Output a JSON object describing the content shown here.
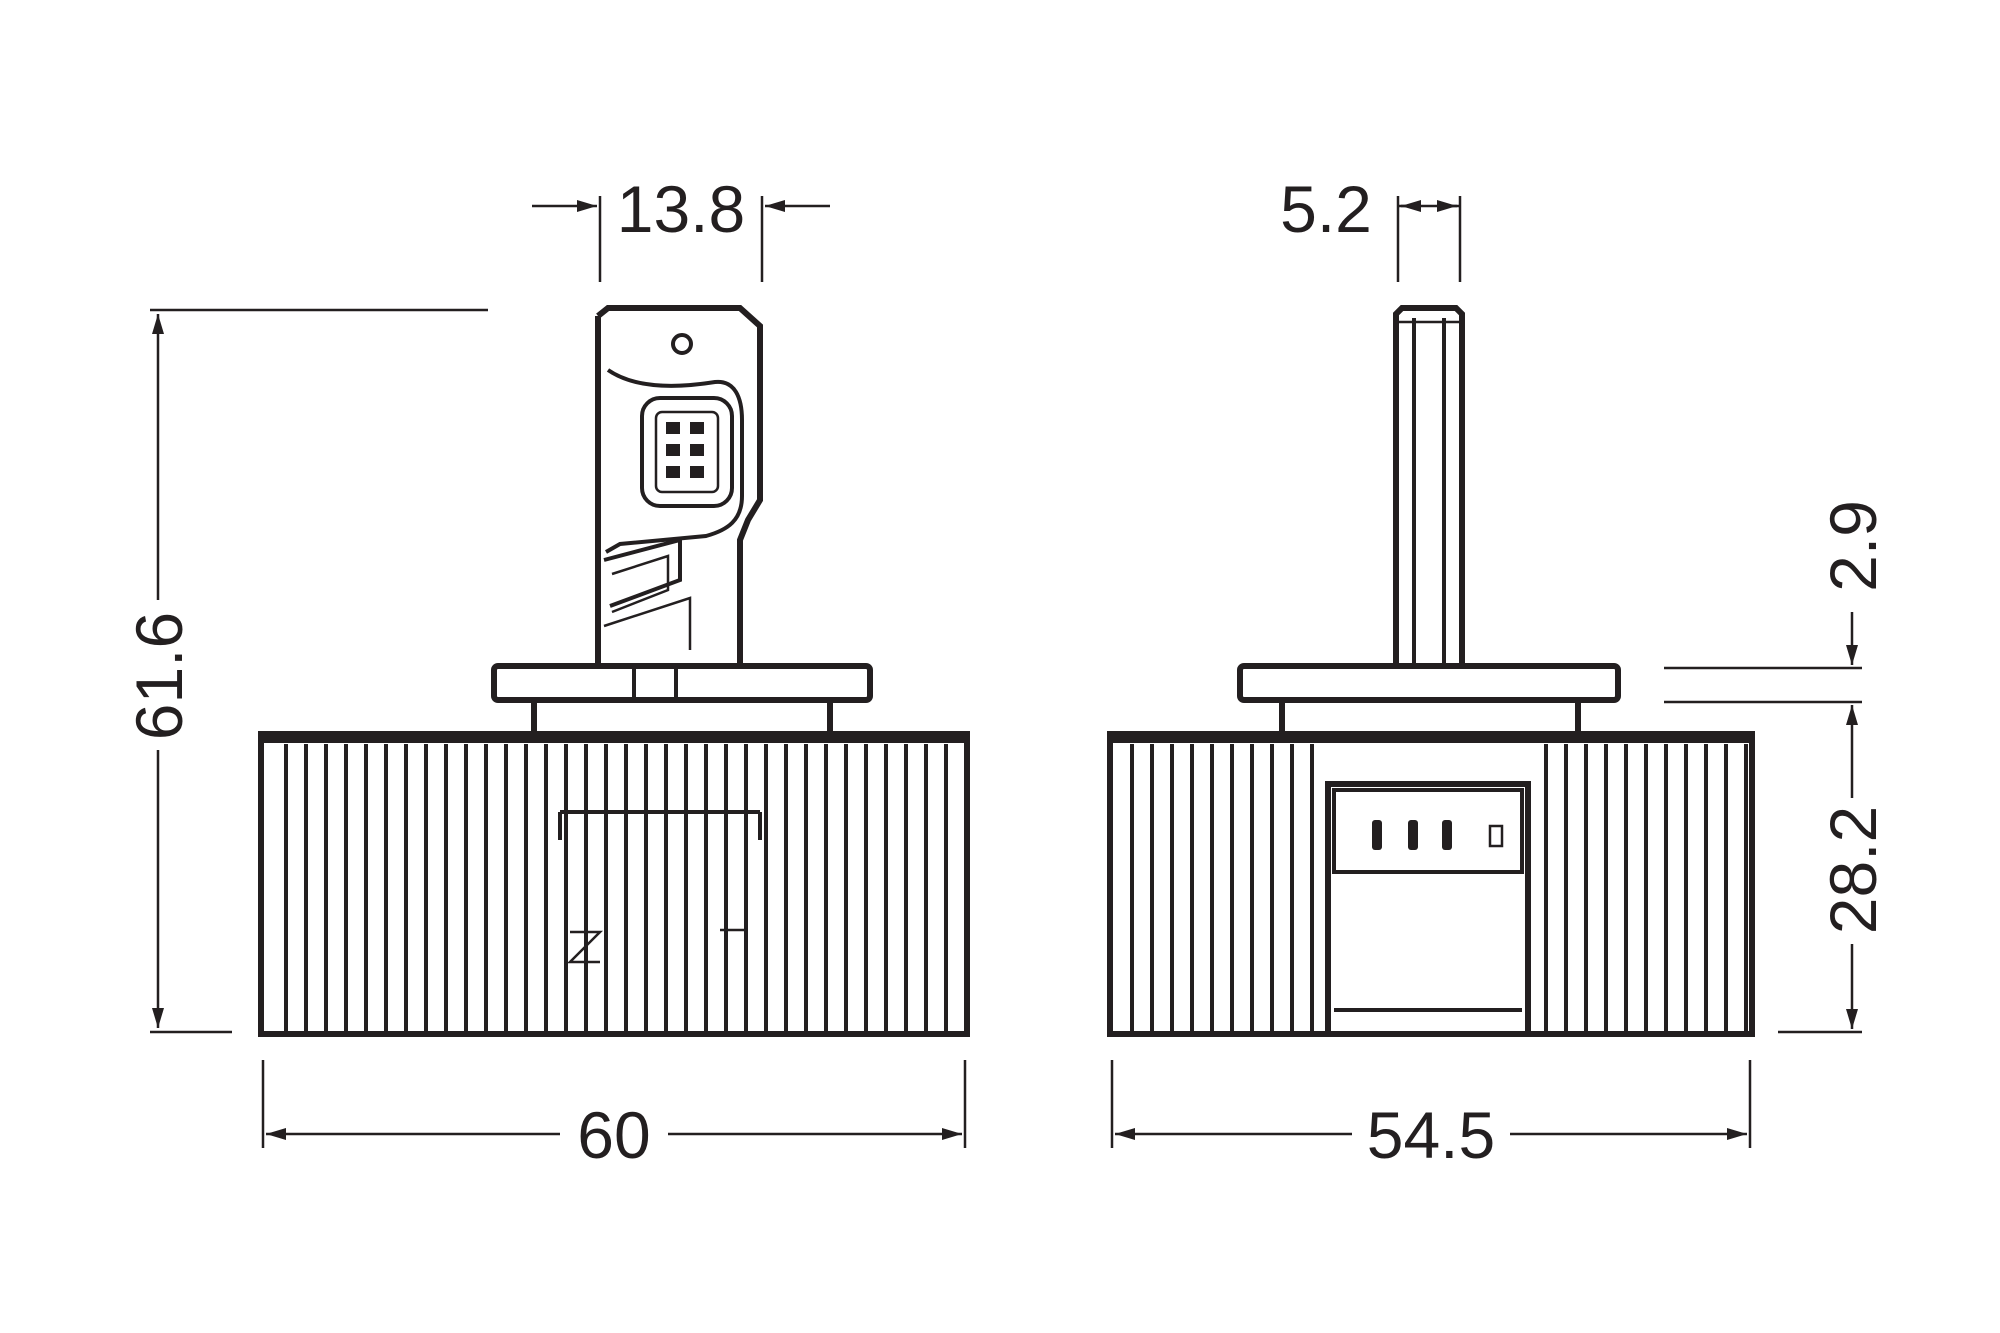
{
  "dimensions": {
    "front_height": "61.6",
    "front_width": "60",
    "front_connector_width": "13.8",
    "side_pin_width": "5.2",
    "side_flange_thickness": "2.9",
    "side_body_height": "28.2",
    "side_width": "54.5"
  },
  "colors": {
    "line": "#231f20",
    "background": "#ffffff"
  }
}
